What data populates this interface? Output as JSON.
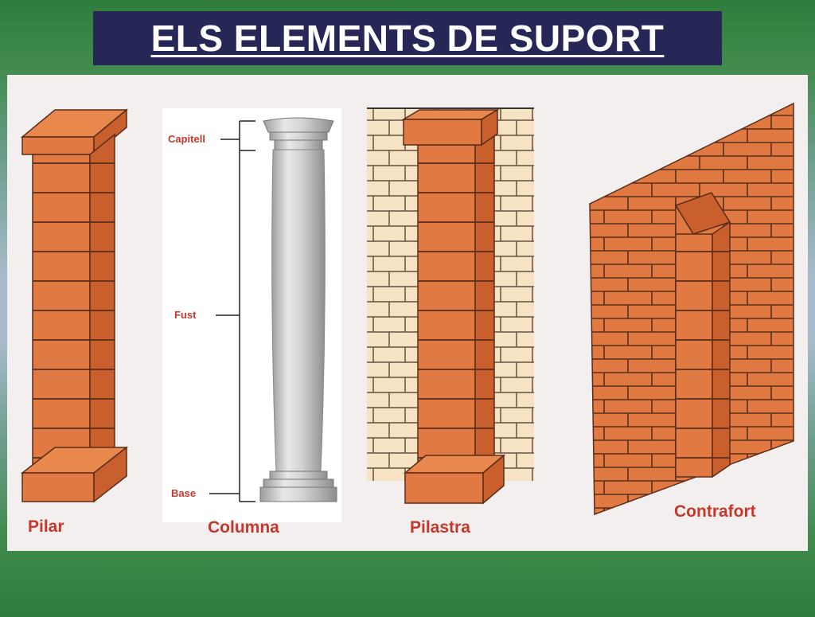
{
  "title": "ELS ELEMENTS DE SUPORT",
  "labels": {
    "pilar": "Pilar",
    "columna": "Columna",
    "pilastra": "Pilastra",
    "contrafort": "Contrafort"
  },
  "column_parts": {
    "capitell": "Capitell",
    "fust": "Fust",
    "base": "Base"
  },
  "colors": {
    "title_bg": "#262757",
    "brick": "#e07a42",
    "label": "#c4392d"
  }
}
